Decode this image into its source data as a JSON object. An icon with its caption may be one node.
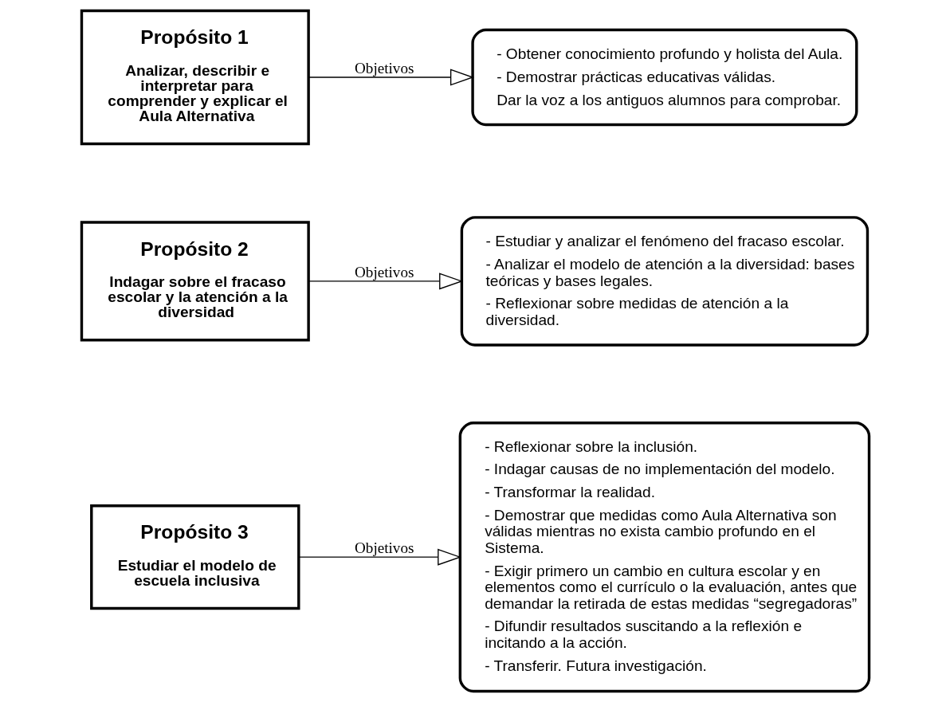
{
  "diagram": {
    "nodes": [
      {
        "text": [
          "Propósito 1",
          "Analizar, describir e interpretar para comprender y explicar el Aula Alternativa"
        ]
      },
      {
        "text": [
          "- Obtener conocimiento profundo y holista del Aula.",
          "- Demostrar prácticas educativas válidas.",
          "Dar la voz a los antiguos alumnos para comprobar."
        ]
      },
      {
        "text": [
          "Propósito 2",
          "Indagar sobre el fracaso escolar y la atención a la diversidad"
        ]
      },
      {
        "text": [
          "- Estudiar y analizar el fenómeno del fracaso escolar.",
          "- Analizar el modelo de atención a la diversidad: bases teóricas y bases legales.",
          "- Reflexionar sobre medidas de atención a la diversidad."
        ]
      },
      {
        "text": [
          "Propósito 3",
          "Estudiar el modelo de escuela inclusiva"
        ]
      },
      {
        "text": [
          "- Reflexionar sobre la inclusión.",
          "- Indagar causas de no implementación del modelo.",
          "- Transformar la realidad.",
          "- Demostrar que medidas como Aula Alternativa son válidas mientras no exista cambio profundo en el Sistema.",
          "- Exigir primero un cambio en cultura escolar y en elementos como el currículo o la evaluación, antes que demandar la retirada de estas medidas “segregadoras”",
          "- Difundir resultados suscitando a la reflexión e incitando a la acción.",
          "- Transferir. Futura investigación."
        ]
      }
    ],
    "edges": [
      {
        "from": 0,
        "to": 1,
        "arrow": "to",
        "label": "Objetivos"
      },
      {
        "from": 2,
        "to": 3,
        "arrow": "to",
        "label": "Objetivos"
      },
      {
        "from": 4,
        "to": 5,
        "arrow": "to",
        "label": "Objetivos"
      }
    ]
  }
}
